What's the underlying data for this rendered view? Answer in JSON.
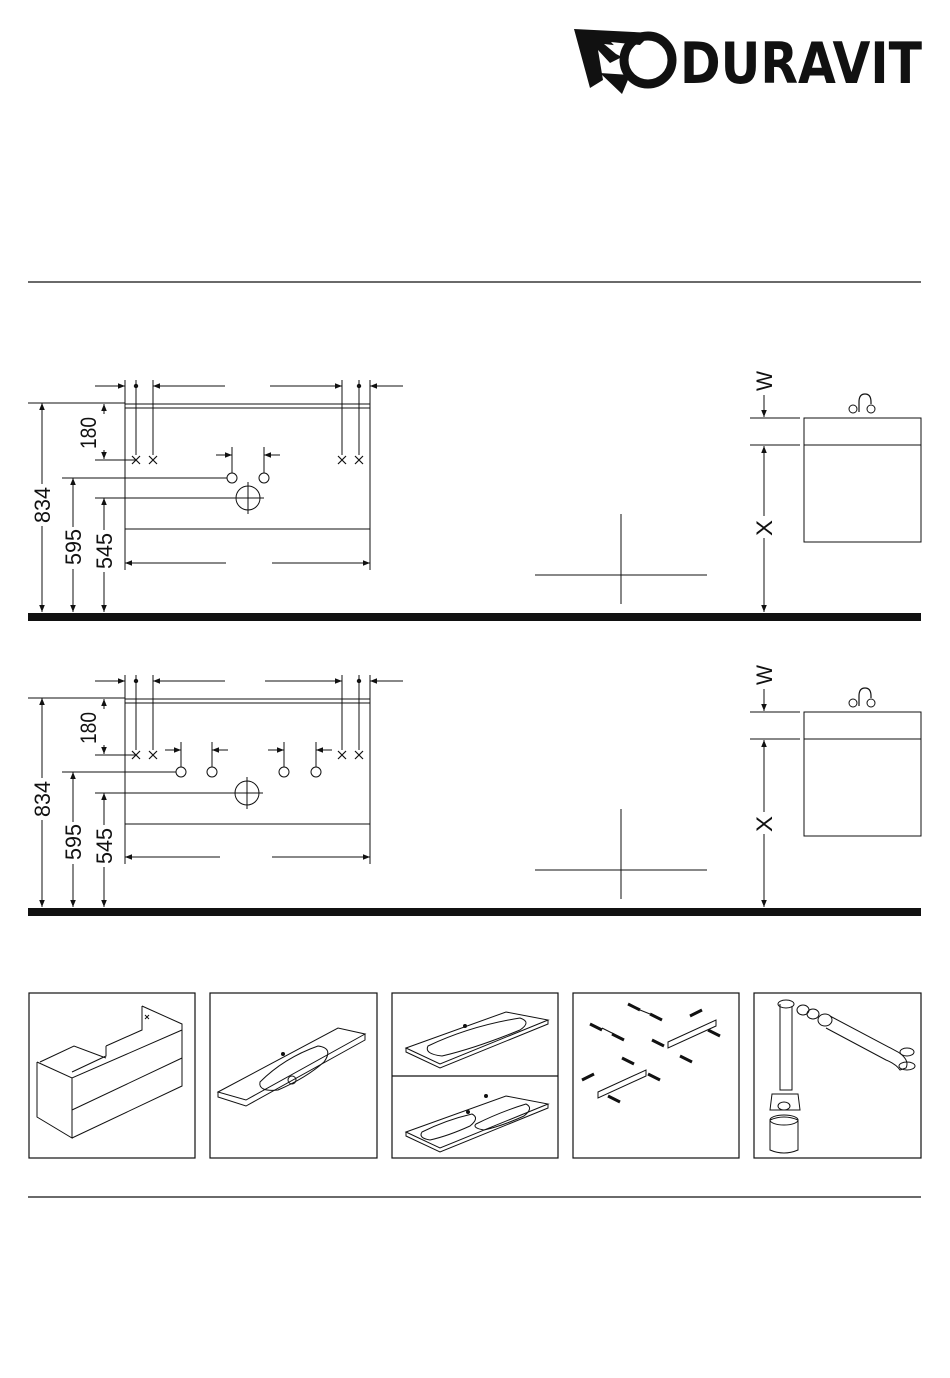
{
  "brand": {
    "name": "DURAVIT",
    "logo_icon": "duravit-rocket-icon",
    "color": "#111111"
  },
  "drawing_1": {
    "dims": {
      "total_height": "834",
      "height_595": "595",
      "height_545": "545",
      "top_offset": "180"
    },
    "labels": {
      "w": "W",
      "x": "X"
    }
  },
  "drawing_2": {
    "dims": {
      "total_height": "834",
      "height_595": "595",
      "height_545": "545",
      "top_offset": "180"
    },
    "labels": {
      "w": "W",
      "x": "X"
    }
  },
  "components": [
    {
      "name": "vanity-unit",
      "icon": "vanity-unit-icon"
    },
    {
      "name": "washbasin",
      "icon": "washbasin-icon"
    },
    {
      "name": "washbasin-variants",
      "icon": "washbasin-variants-icon"
    },
    {
      "name": "mounting-kit",
      "icon": "mounting-kit-icon"
    },
    {
      "name": "siphon",
      "icon": "siphon-icon"
    }
  ]
}
